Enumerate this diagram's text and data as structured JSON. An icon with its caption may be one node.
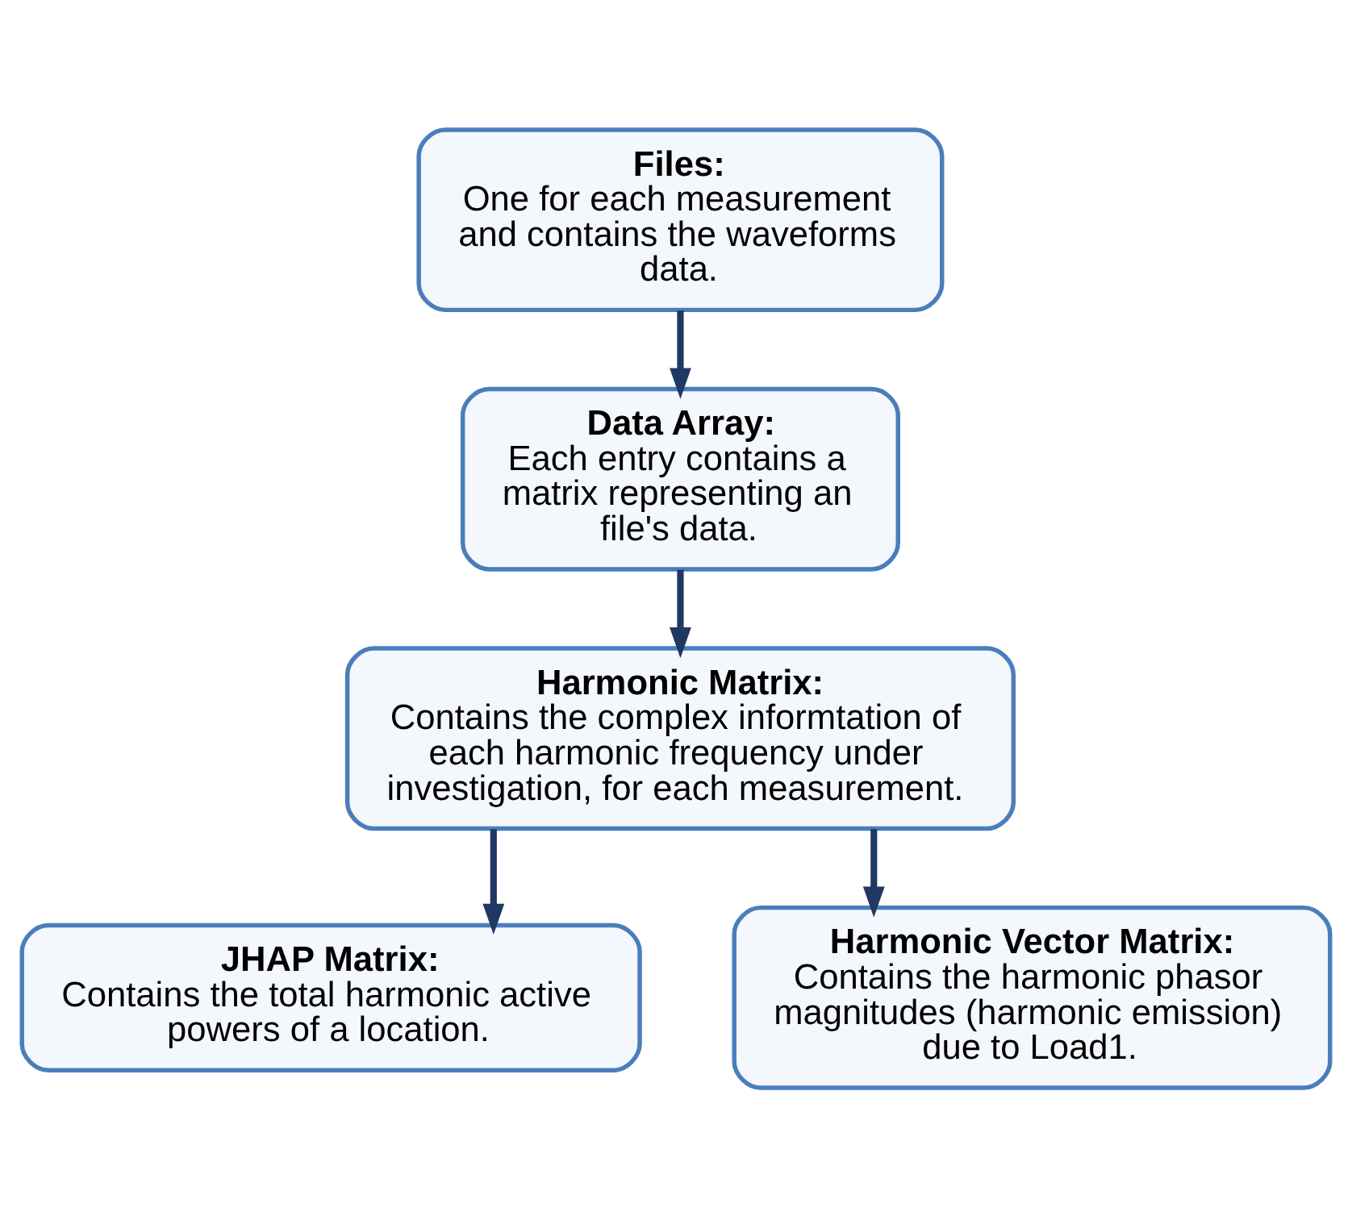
{
  "diagram": {
    "nodes": [
      {
        "text": [
          "Files:",
          "One for each measurement and contains the waveforms data."
        ]
      },
      {
        "text": [
          "Data Array:",
          "Each entry contains a matrix representing an file's data."
        ]
      },
      {
        "text": [
          "Harmonic Matrix:",
          "Contains the complex informtation of each harmonic frequency under investigation, for each measurement."
        ]
      },
      {
        "text": [
          "JHAP Matrix:",
          "Contains the total harmonic active powers of a location."
        ]
      },
      {
        "text": [
          "Harmonic Vector Matrix:",
          "Contains the harmonic phasor magnitudes (harmonic emission) due to Load1."
        ]
      }
    ],
    "edges": [
      {
        "from": 0,
        "to": 1,
        "arrow": "to"
      },
      {
        "from": 1,
        "to": 2,
        "arrow": "to"
      },
      {
        "from": 2,
        "to": 3,
        "arrow": "to"
      },
      {
        "from": 2,
        "to": 4,
        "arrow": "to"
      }
    ]
  }
}
